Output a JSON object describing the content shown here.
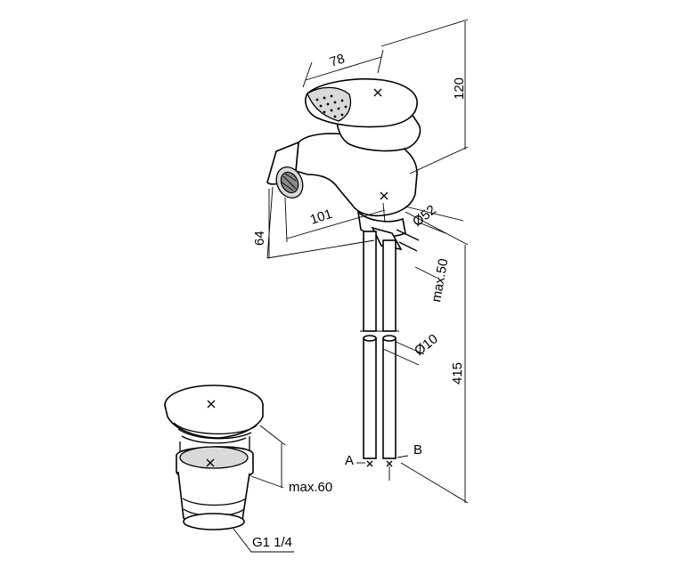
{
  "dimensions": {
    "handle_width": "78",
    "overall_height": "120",
    "spout_reach": "101",
    "spout_height": "64",
    "base_diameter": "Ø52",
    "max_deck_thickness": "max.50",
    "hose_diameter": "Ø10",
    "hose_length": "415",
    "waste_max_height": "max.60",
    "waste_thread": "G1 1/4"
  },
  "connections": {
    "hose_a": "A",
    "hose_b": "B"
  }
}
